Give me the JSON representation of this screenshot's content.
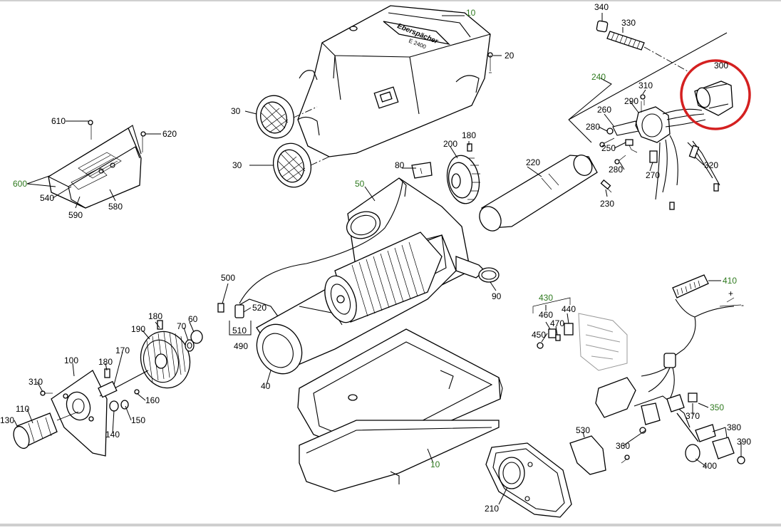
{
  "diagram": {
    "logo_text": "Eberspächer",
    "model_text": "E 2400",
    "callouts": [
      {
        "id": "c10a",
        "text": "10",
        "color": "green"
      },
      {
        "id": "c20",
        "text": "20",
        "color": "black"
      },
      {
        "id": "c30a",
        "text": "30",
        "color": "black"
      },
      {
        "id": "c30b",
        "text": "30",
        "color": "black"
      },
      {
        "id": "c340",
        "text": "340",
        "color": "black"
      },
      {
        "id": "c330",
        "text": "330",
        "color": "black"
      },
      {
        "id": "c300",
        "text": "300",
        "color": "black"
      },
      {
        "id": "c240",
        "text": "240",
        "color": "green"
      },
      {
        "id": "c310a",
        "text": "310",
        "color": "black"
      },
      {
        "id": "c290",
        "text": "290",
        "color": "black"
      },
      {
        "id": "c260",
        "text": "260",
        "color": "black"
      },
      {
        "id": "c280a",
        "text": "280",
        "color": "black"
      },
      {
        "id": "c250",
        "text": "250",
        "color": "black"
      },
      {
        "id": "c280b",
        "text": "280",
        "color": "black"
      },
      {
        "id": "c270",
        "text": "270",
        "color": "black"
      },
      {
        "id": "c320",
        "text": "320",
        "color": "black"
      },
      {
        "id": "c610",
        "text": "610",
        "color": "black"
      },
      {
        "id": "c620",
        "text": "620",
        "color": "black"
      },
      {
        "id": "c600",
        "text": "600",
        "color": "green"
      },
      {
        "id": "c540",
        "text": "540",
        "color": "black"
      },
      {
        "id": "c590",
        "text": "590",
        "color": "black"
      },
      {
        "id": "c580",
        "text": "580",
        "color": "black"
      },
      {
        "id": "c180a",
        "text": "180",
        "color": "black"
      },
      {
        "id": "c200",
        "text": "200",
        "color": "black"
      },
      {
        "id": "c220",
        "text": "220",
        "color": "black"
      },
      {
        "id": "c80",
        "text": "80",
        "color": "black"
      },
      {
        "id": "c50",
        "text": "50",
        "color": "green"
      },
      {
        "id": "c230",
        "text": "230",
        "color": "black"
      },
      {
        "id": "c410",
        "text": "410",
        "color": "green"
      },
      {
        "id": "cplus",
        "text": "+",
        "color": "black"
      },
      {
        "id": "cminus",
        "text": "-",
        "color": "black"
      },
      {
        "id": "c430",
        "text": "430",
        "color": "green"
      },
      {
        "id": "c460",
        "text": "460",
        "color": "black"
      },
      {
        "id": "c440",
        "text": "440",
        "color": "black"
      },
      {
        "id": "c470",
        "text": "470",
        "color": "black"
      },
      {
        "id": "c450",
        "text": "450",
        "color": "black"
      },
      {
        "id": "c90",
        "text": "90",
        "color": "black"
      },
      {
        "id": "c500",
        "text": "500",
        "color": "black"
      },
      {
        "id": "c520",
        "text": "520",
        "color": "black"
      },
      {
        "id": "c510",
        "text": "510",
        "color": "black"
      },
      {
        "id": "c490",
        "text": "490",
        "color": "black"
      },
      {
        "id": "c180b",
        "text": "180",
        "color": "black"
      },
      {
        "id": "c60",
        "text": "60",
        "color": "black"
      },
      {
        "id": "c70",
        "text": "70",
        "color": "black"
      },
      {
        "id": "c190",
        "text": "190",
        "color": "black"
      },
      {
        "id": "c170",
        "text": "170",
        "color": "black"
      },
      {
        "id": "c180c",
        "text": "180",
        "color": "black"
      },
      {
        "id": "c100",
        "text": "100",
        "color": "black"
      },
      {
        "id": "c310b",
        "text": "310",
        "color": "black"
      },
      {
        "id": "c110",
        "text": "110",
        "color": "black"
      },
      {
        "id": "c130",
        "text": "130",
        "color": "black"
      },
      {
        "id": "c160",
        "text": "160",
        "color": "black"
      },
      {
        "id": "c150",
        "text": "150",
        "color": "black"
      },
      {
        "id": "c140",
        "text": "140",
        "color": "black"
      },
      {
        "id": "c40",
        "text": "40",
        "color": "black"
      },
      {
        "id": "c10b",
        "text": "10",
        "color": "green"
      },
      {
        "id": "c350",
        "text": "350",
        "color": "green"
      },
      {
        "id": "c370",
        "text": "370",
        "color": "black"
      },
      {
        "id": "c380",
        "text": "380",
        "color": "black"
      },
      {
        "id": "c390",
        "text": "390",
        "color": "black"
      },
      {
        "id": "c400",
        "text": "400",
        "color": "black"
      },
      {
        "id": "c360",
        "text": "360",
        "color": "black"
      },
      {
        "id": "c530",
        "text": "530",
        "color": "black"
      },
      {
        "id": "c210",
        "text": "210",
        "color": "black"
      }
    ],
    "highlight": {
      "part": "300",
      "color": "#d42020"
    },
    "colors": {
      "line": "#000000",
      "green_label": "#2f7a1f",
      "background": "#ffffff"
    }
  }
}
